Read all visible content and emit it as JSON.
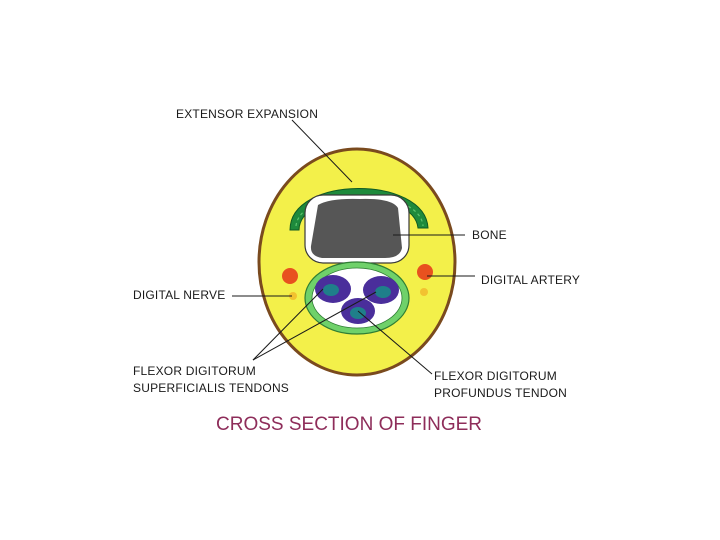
{
  "labels": {
    "extensor": "EXTENSOR EXPANSION",
    "bone": "BONE",
    "digital_artery": "DIGITAL ARTERY",
    "digital_nerve": "DIGITAL NERVE",
    "superficialis_1": "FLEXOR DIGITORUM",
    "superficialis_2": "SUPERFICIALIS TENDONS",
    "profundus_1": "FLEXOR DIGITORUM",
    "profundus_2": "PROFUNDUS TENDON"
  },
  "title": "CROSS SECTION OF FINGER",
  "colors": {
    "skin_outline": "#7a4a1e",
    "fat": "#f3f04a",
    "extensor": "#1e8a3c",
    "bone": "#565656",
    "sheath": "#6fd16a",
    "tendon": "#4a2e9b",
    "tendon_core": "#1f7f8a",
    "artery": "#e8511f",
    "nerve": "#f2c230",
    "title": "#8e2d5a"
  }
}
